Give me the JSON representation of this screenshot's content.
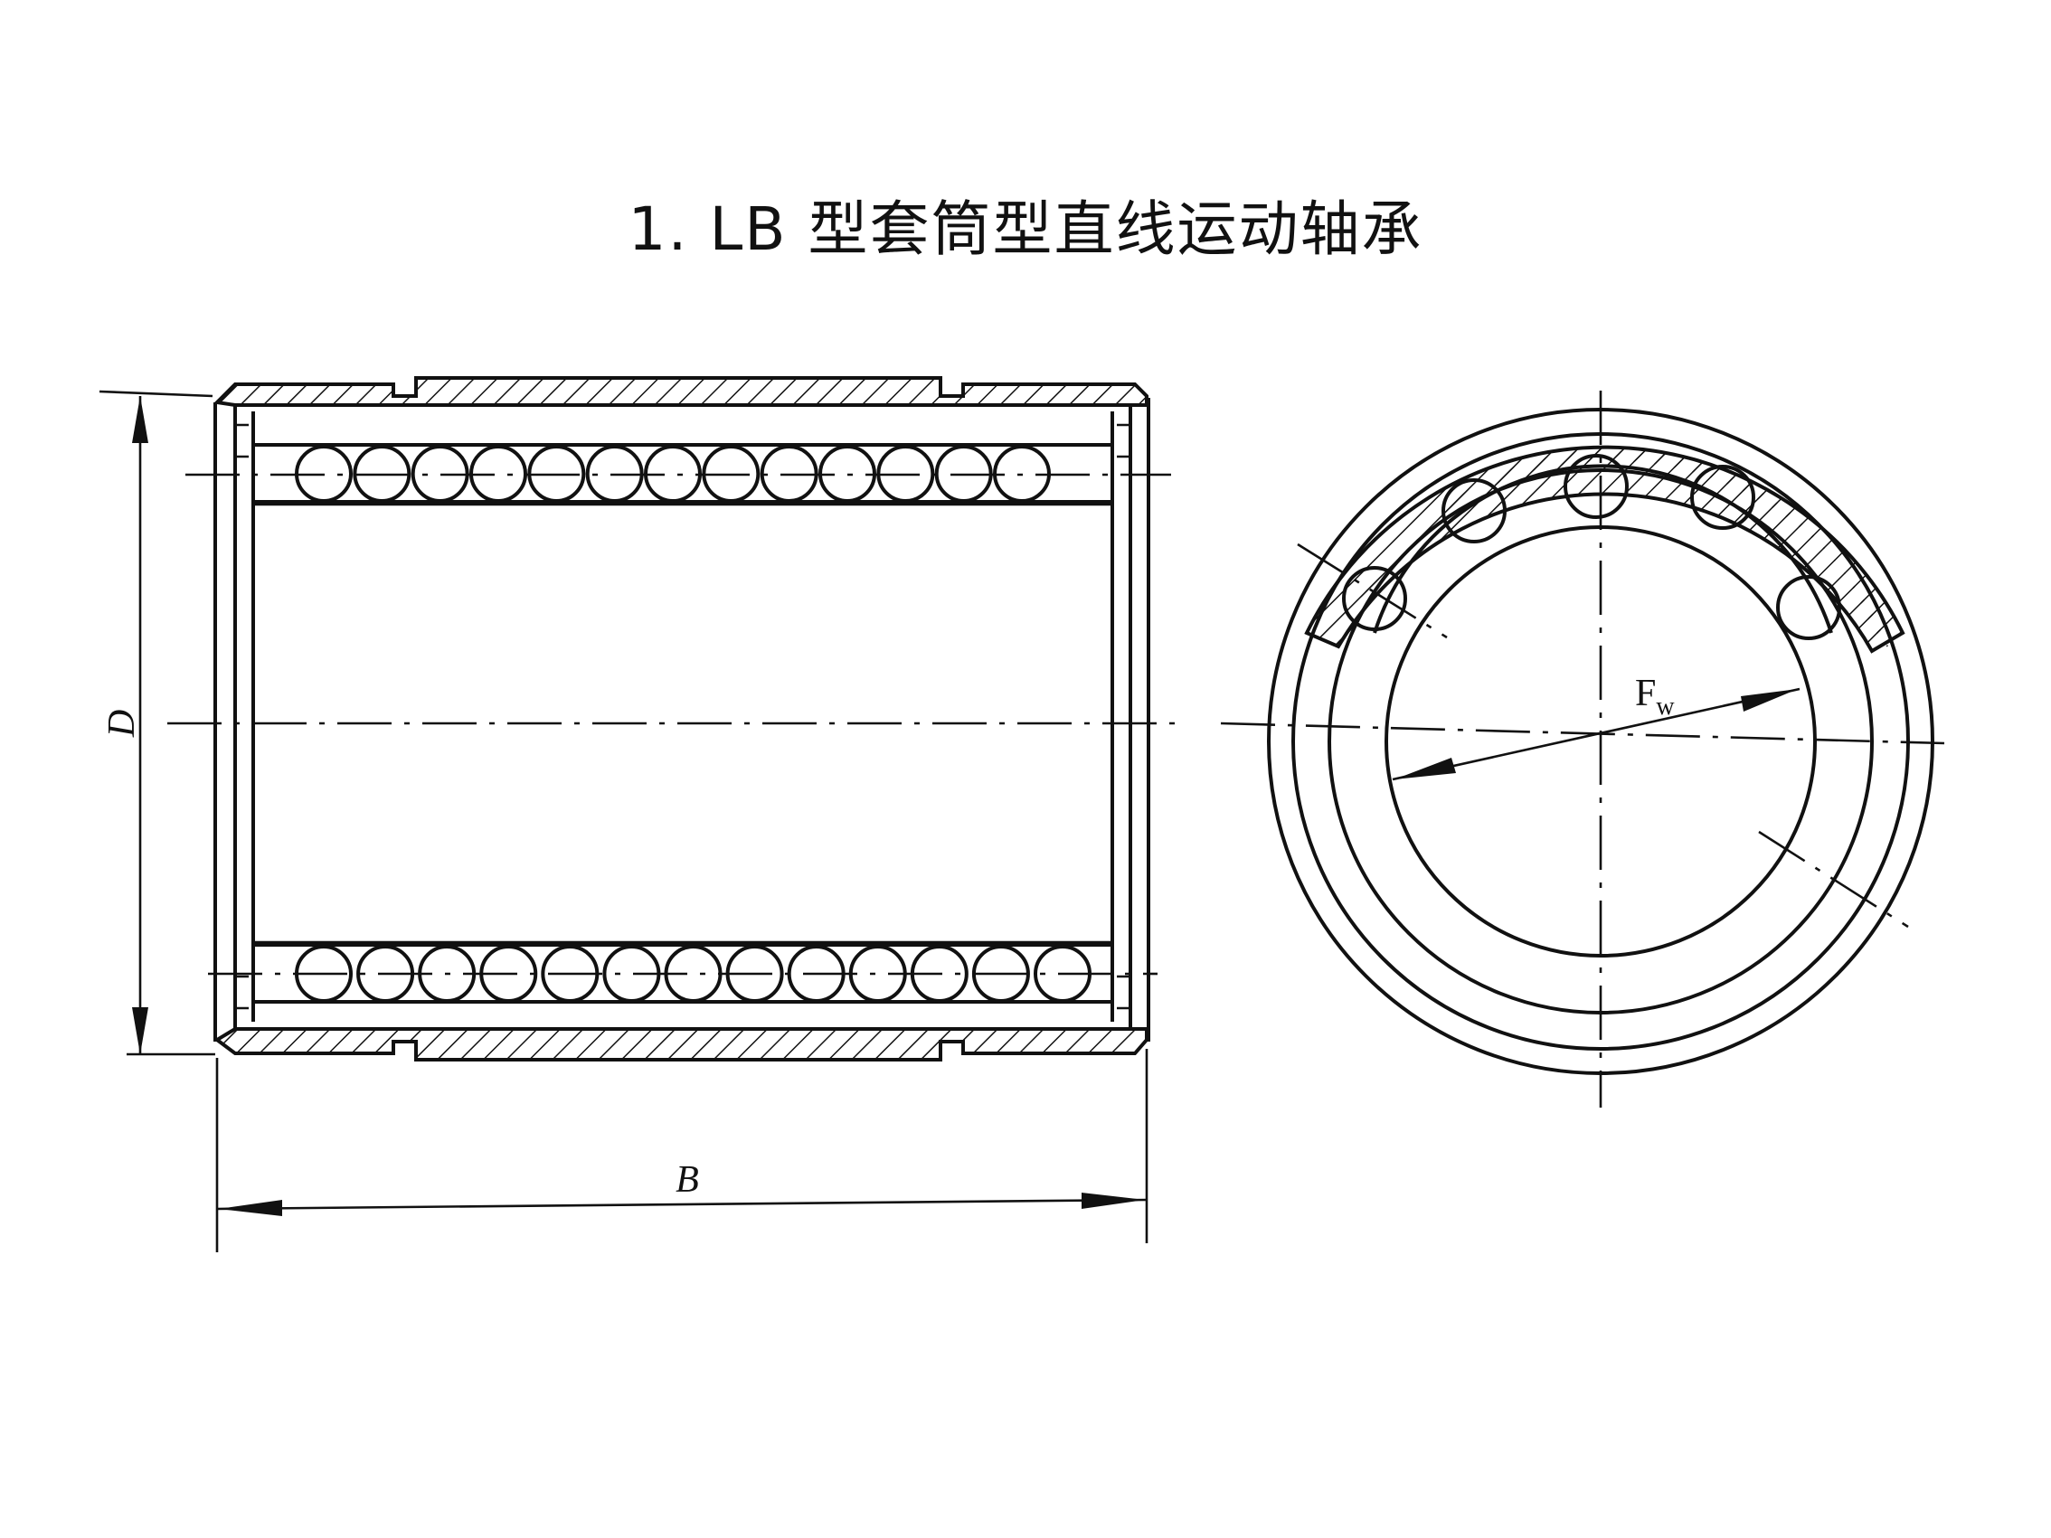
{
  "title": "1.  LB 型套筒型直线运动轴承",
  "labels": {
    "outer_diameter": "D",
    "length": "B",
    "inscribed_diameter_main": "F",
    "inscribed_diameter_sub": "w"
  },
  "counts": {
    "balls_per_row_side_view": 13,
    "balls_end_view": 5
  }
}
